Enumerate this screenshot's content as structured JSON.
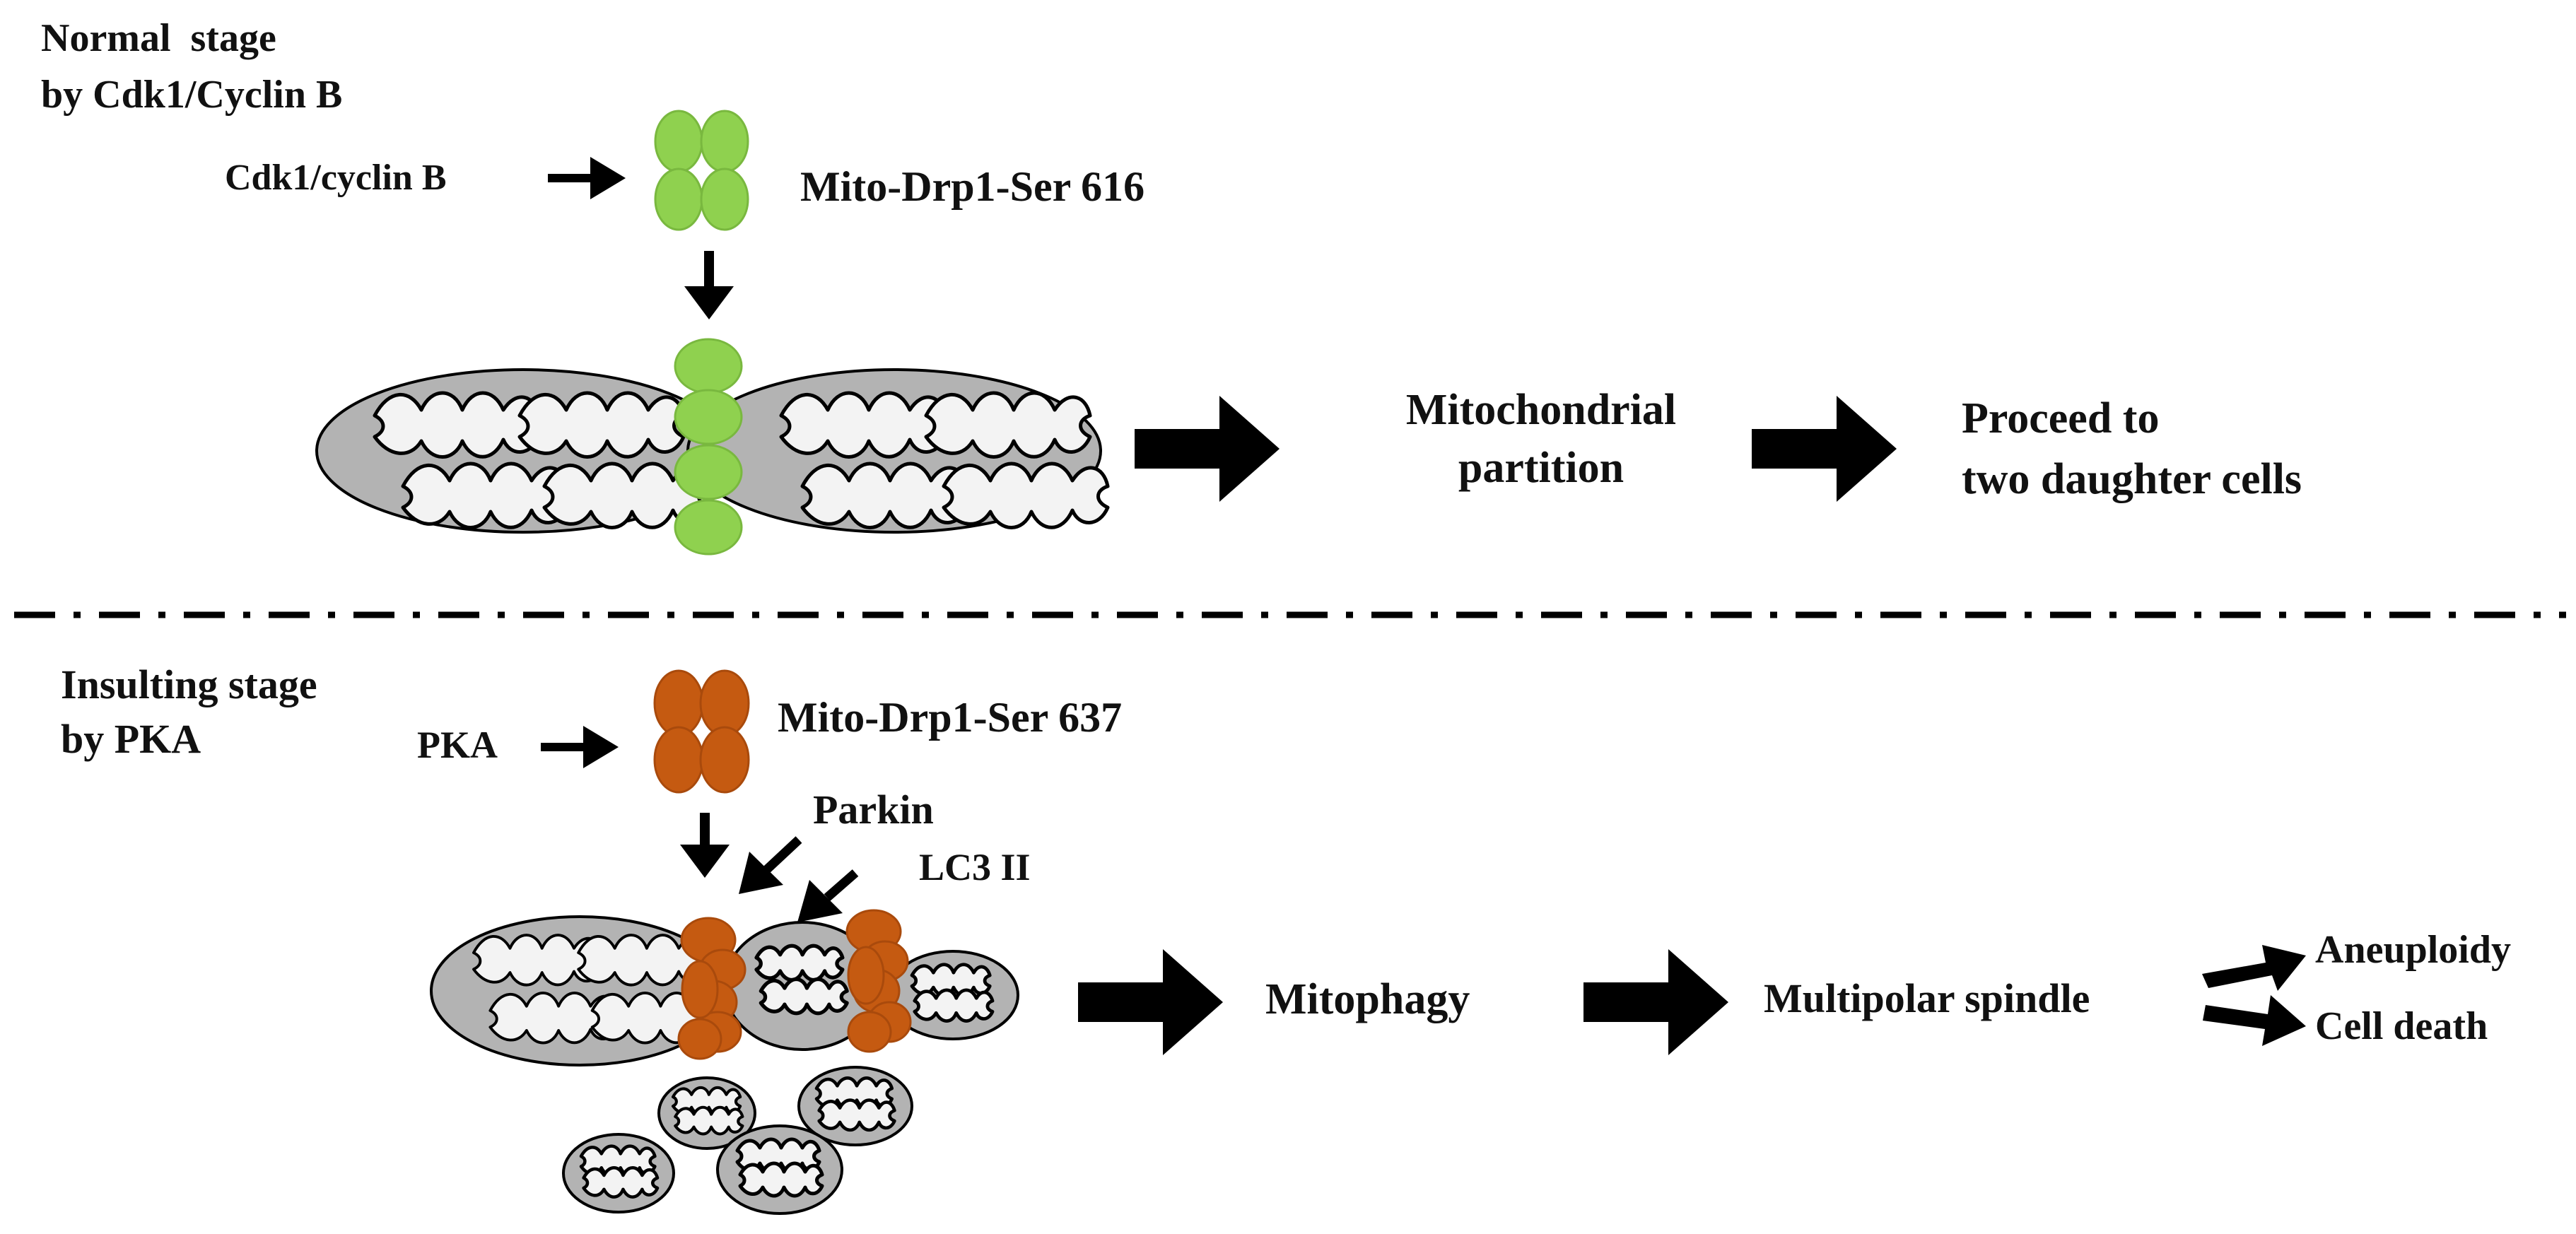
{
  "colors": {
    "normal_drp1": "#8fd14f",
    "normal_drp1_stroke": "#79b83f",
    "insult_drp1": "#c55a11",
    "insult_drp1_stroke": "#a94a0c",
    "mito_fill": "#b3b3b3",
    "cristae_fill": "#f3f3f3",
    "arrow": "#000000",
    "divider": "#000000"
  },
  "normal": {
    "title_line1": "Normal  stage",
    "title_line2": "by Cdk1/Cyclin B",
    "kinase": "Cdk1/cyclin B",
    "drp1_label": "Mito-Drp1-Ser 616",
    "result1_line1": "Mitochondrial",
    "result1_line2": "partition",
    "result2_line1": "Proceed to",
    "result2_line2": "two daughter cells"
  },
  "insult": {
    "title_line1": "Insulting stage",
    "title_line2": "by PKA",
    "kinase": "PKA",
    "drp1_label": "Mito-Drp1-Ser 637",
    "parkin": "Parkin",
    "lc3": "LC3 II",
    "result1": "Mitophagy",
    "result2": "Multipolar spindle",
    "outcome1": "Aneuploidy",
    "outcome2": "Cell death"
  }
}
